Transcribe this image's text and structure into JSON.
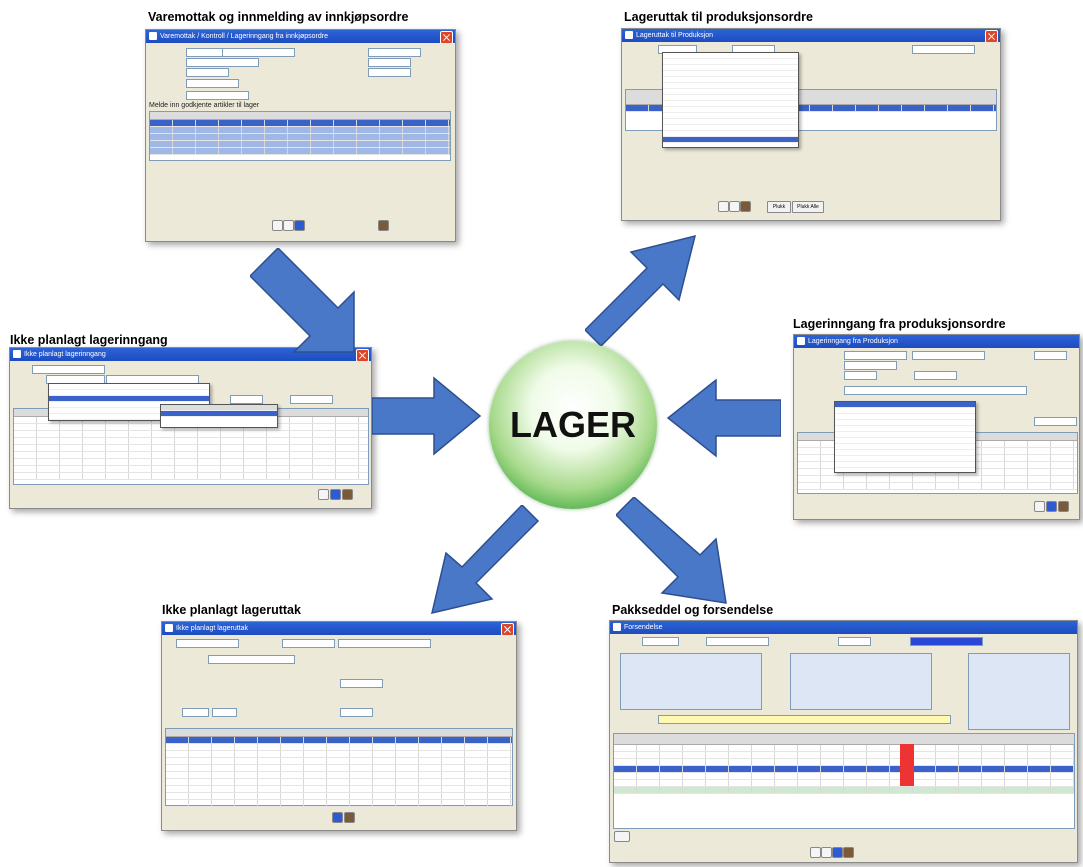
{
  "center": {
    "label": "LAGER"
  },
  "captions": {
    "varemottak": "Varemottak og innmelding av innkjøpsordre",
    "lageruttak_prod": "Lageruttak til produksjonsordre",
    "ikke_planlagt_inngang": "Ikke planlagt lagerinngang",
    "lagerinngang_prod": "Lagerinngang fra produksjonsordre",
    "ikke_planlagt_uttak": "Ikke planlagt lageruttak",
    "pakkseddel": "Pakkseddel og forsendelse"
  },
  "windows": {
    "varemottak_title": "Varemottak / Kontroll / Lagerinngang fra innkjøpsordre",
    "varemottak_grid_heading": "Melde inn godkjente artikler til lager",
    "lageruttak_title": "Lageruttak til Produksjon",
    "lageruttak_btn_plukk": "Plukk",
    "lageruttak_btn_plukkalle": "Plukk Alle",
    "ikke_planlagt_inngang_title": "Ikke planlagt lagerinngang",
    "lagerinngang_prod_title": "Lagerinngang fra Produksjon",
    "ikke_planlagt_uttak_title": "Ikke planlagt lageruttak",
    "pakkseddel_title": "Forsendelse"
  },
  "colors": {
    "titlebar": "#1c4cc0",
    "arrow": "#4a78c8",
    "center_green": "#3aa63a",
    "highlight": "#3a62c9",
    "alert": "#e33333"
  }
}
